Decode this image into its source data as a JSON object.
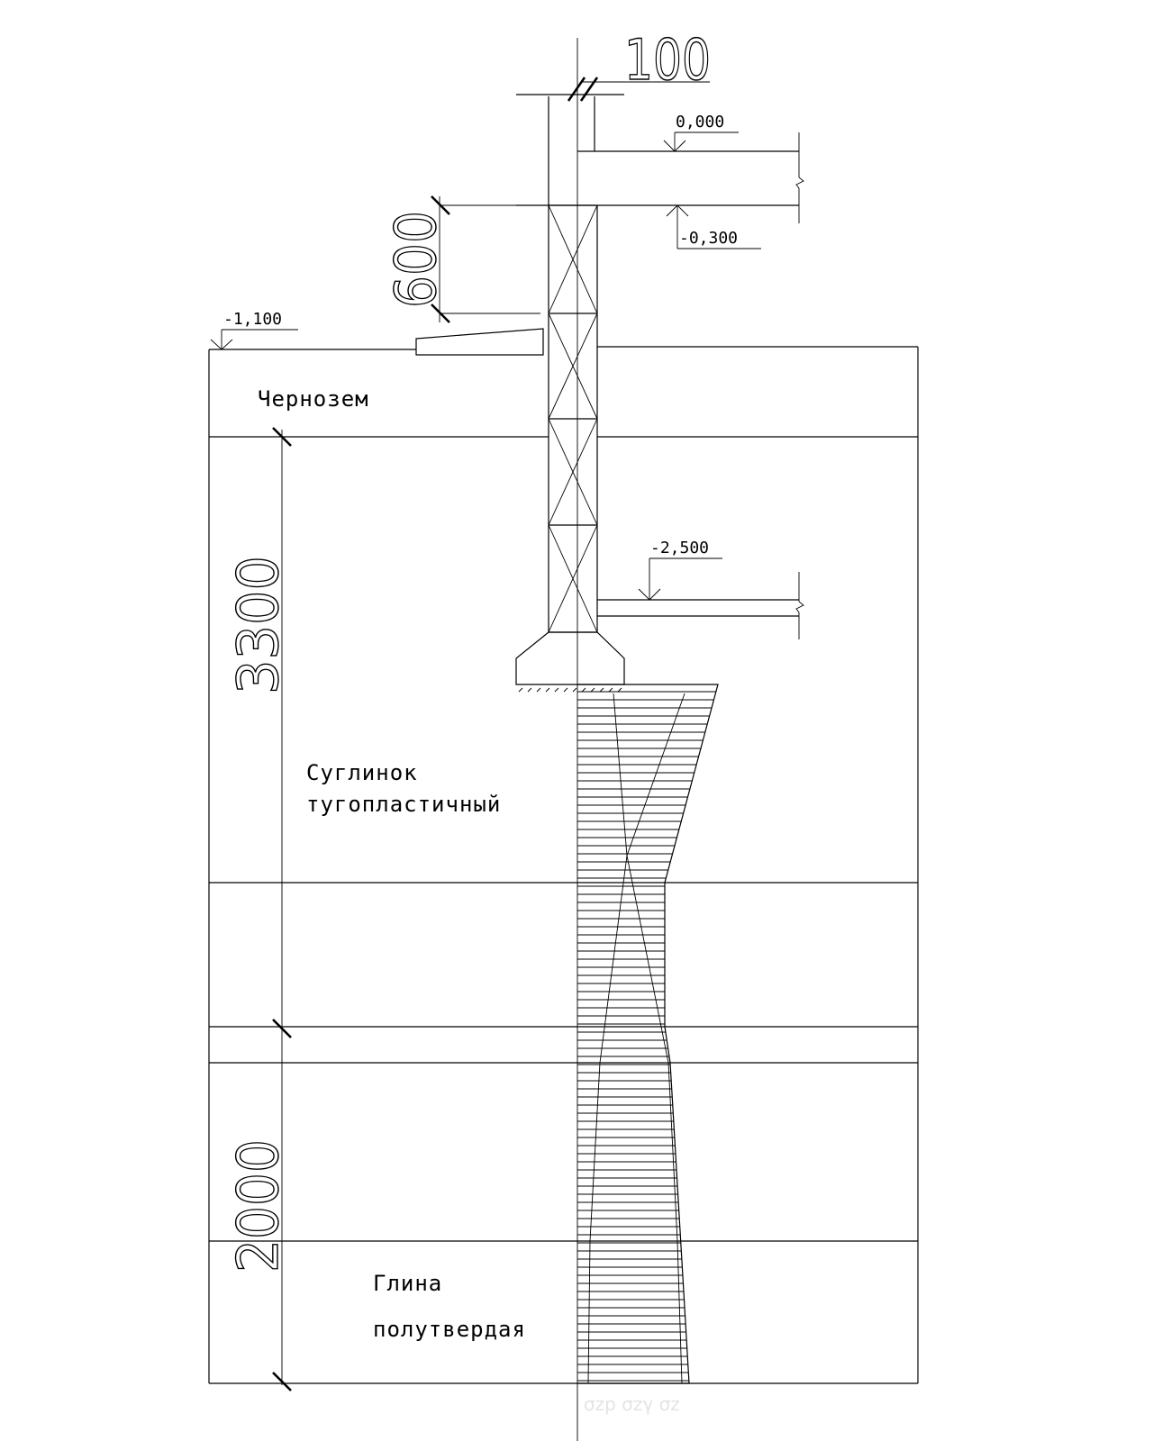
{
  "dimensions": {
    "wall_thickness": "100",
    "beam_height": "600",
    "layer_top": "3300",
    "layer_bottom": "2000"
  },
  "elevations": {
    "floor": "0,000",
    "slab_bottom": "-0,300",
    "ground": "-1,100",
    "basement_floor": "-2,500"
  },
  "soil_layers": {
    "topsoil": "Чернозем",
    "loam_line1": "Суглинок",
    "loam_line2": "тугопластичный",
    "clay_line1": "Глина",
    "clay_line2": "полутвердая"
  },
  "footer_faint_text": "σzp σzγ σz"
}
